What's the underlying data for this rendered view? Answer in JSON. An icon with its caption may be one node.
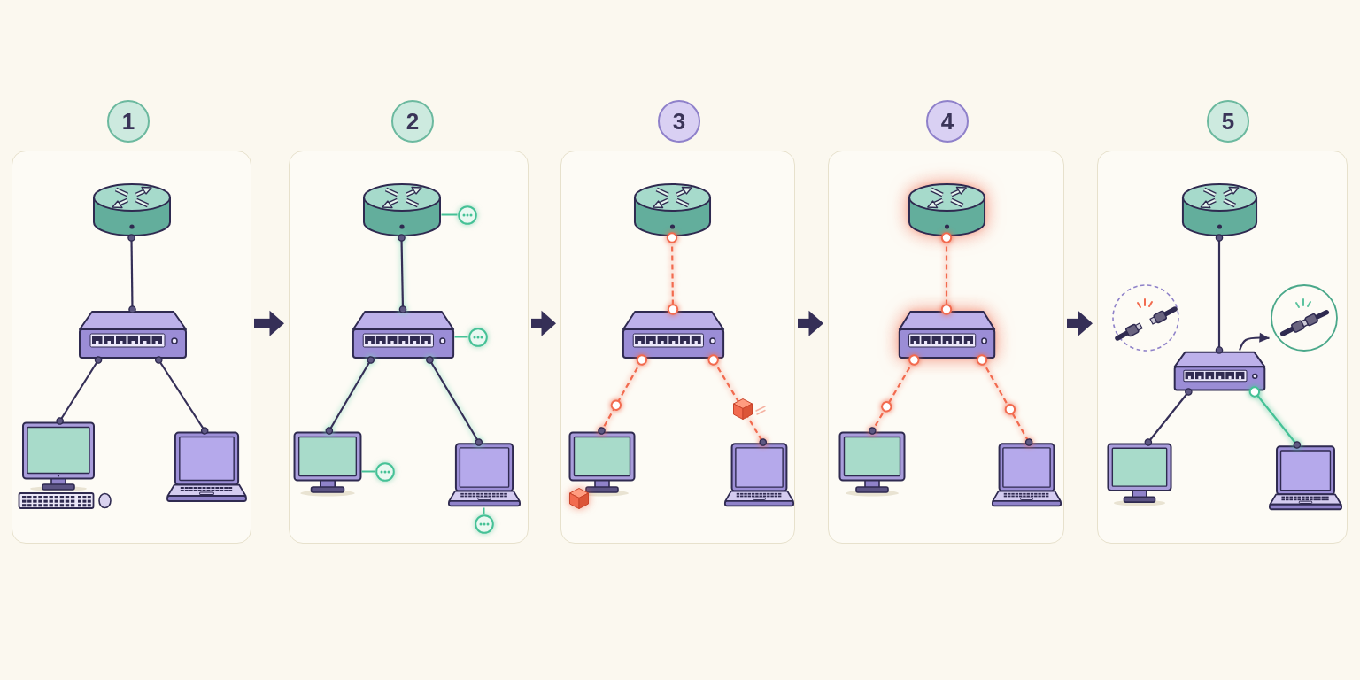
{
  "diagram": {
    "nodes": [
      {
        "text": [
          "1"
        ]
      },
      {
        "text": [],
        "shape": "box"
      },
      {
        "text": [],
        "shape": "picture",
        "in": 1
      },
      {
        "text": [],
        "shape": "picture",
        "in": 1
      },
      {
        "text": [],
        "shape": "picture",
        "in": 1
      },
      {
        "text": [],
        "shape": "picture",
        "in": 1
      },
      {
        "text": [
          "2"
        ]
      },
      {
        "text": [],
        "shape": "box"
      },
      {
        "text": [],
        "shape": "picture",
        "in": 7
      },
      {
        "text": [],
        "shape": "circle",
        "in": 7
      },
      {
        "text": [],
        "shape": "picture",
        "in": 7
      },
      {
        "text": [],
        "shape": "circle",
        "in": 7
      },
      {
        "text": [],
        "shape": "picture",
        "in": 7
      },
      {
        "text": [],
        "shape": "circle",
        "in": 7
      },
      {
        "text": [],
        "shape": "picture",
        "in": 7
      },
      {
        "text": [],
        "shape": "circle",
        "in": 7
      },
      {
        "text": [
          "3"
        ]
      },
      {
        "text": [],
        "shape": "box"
      },
      {
        "text": [],
        "shape": "picture",
        "in": 17
      },
      {
        "text": [],
        "shape": "picture",
        "in": 17
      },
      {
        "text": [],
        "shape": "picture",
        "in": 17
      },
      {
        "text": [],
        "shape": "picture",
        "in": 17
      },
      {
        "text": [
          "4"
        ]
      },
      {
        "text": [],
        "shape": "box"
      },
      {
        "text": [],
        "shape": "picture",
        "in": 23
      },
      {
        "text": [],
        "shape": "picture",
        "in": 23
      },
      {
        "text": [],
        "shape": "picture",
        "in": 23
      },
      {
        "text": [],
        "shape": "picture",
        "in": 23
      },
      {
        "text": [
          "5"
        ]
      },
      {
        "text": [],
        "shape": "box"
      },
      {
        "text": [],
        "shape": "picture",
        "in": 29
      },
      {
        "text": [],
        "shape": "circle",
        "in": 29
      },
      {
        "text": [],
        "shape": "circle",
        "in": 29
      },
      {
        "text": [],
        "shape": "picture",
        "in": 29
      },
      {
        "text": [],
        "shape": "picture",
        "in": 29
      },
      {
        "text": [],
        "shape": "picture",
        "in": 29
      }
    ],
    "edges": [
      {
        "from": 2,
        "to": 3,
        "arrow": "other"
      },
      {
        "from": 3,
        "to": 4,
        "arrow": "other"
      },
      {
        "from": 3,
        "to": 5,
        "arrow": "other"
      },
      {
        "from": 8,
        "to": 10,
        "arrow": "other"
      },
      {
        "from": 10,
        "to": 12,
        "arrow": "other"
      },
      {
        "from": 10,
        "to": 14,
        "arrow": "other"
      },
      {
        "from": 8,
        "to": 9,
        "arrow": "none",
        "color": "#45c196"
      },
      {
        "from": 10,
        "to": 11,
        "arrow": "none",
        "color": "#45c196"
      },
      {
        "from": 12,
        "to": 13,
        "arrow": "none",
        "color": "#45c196"
      },
      {
        "from": 14,
        "to": 15,
        "arrow": "none",
        "color": "#45c196"
      },
      {
        "from": 18,
        "to": 19,
        "arrow": "other",
        "style": "dashed",
        "color": "#f26b4f"
      },
      {
        "from": 19,
        "to": 20,
        "arrow": "other",
        "style": "dashed",
        "color": "#f26b4f"
      },
      {
        "from": 19,
        "to": 21,
        "arrow": "other",
        "style": "dashed",
        "color": "#f26b4f"
      },
      {
        "from": 24,
        "to": 25,
        "arrow": "other",
        "style": "dashed",
        "color": "#f26b4f"
      },
      {
        "from": 25,
        "to": 26,
        "arrow": "other",
        "style": "dashed",
        "color": "#f26b4f"
      },
      {
        "from": 25,
        "to": 27,
        "arrow": "other",
        "style": "dashed",
        "color": "#f26b4f"
      },
      {
        "from": 30,
        "to": 33,
        "arrow": "other"
      },
      {
        "from": 33,
        "to": 34,
        "arrow": "other"
      },
      {
        "from": 33,
        "to": 35,
        "arrow": "other",
        "color": "#45c196"
      },
      {
        "from": 33,
        "to": 32,
        "arrow": "to"
      },
      {
        "from": 1,
        "to": 7,
        "arrow": "to",
        "style": "thick"
      },
      {
        "from": 7,
        "to": 17,
        "arrow": "to",
        "style": "thick"
      },
      {
        "from": 17,
        "to": 23,
        "arrow": "to",
        "style": "thick"
      },
      {
        "from": 23,
        "to": 29,
        "arrow": "to",
        "style": "thick"
      }
    ]
  }
}
